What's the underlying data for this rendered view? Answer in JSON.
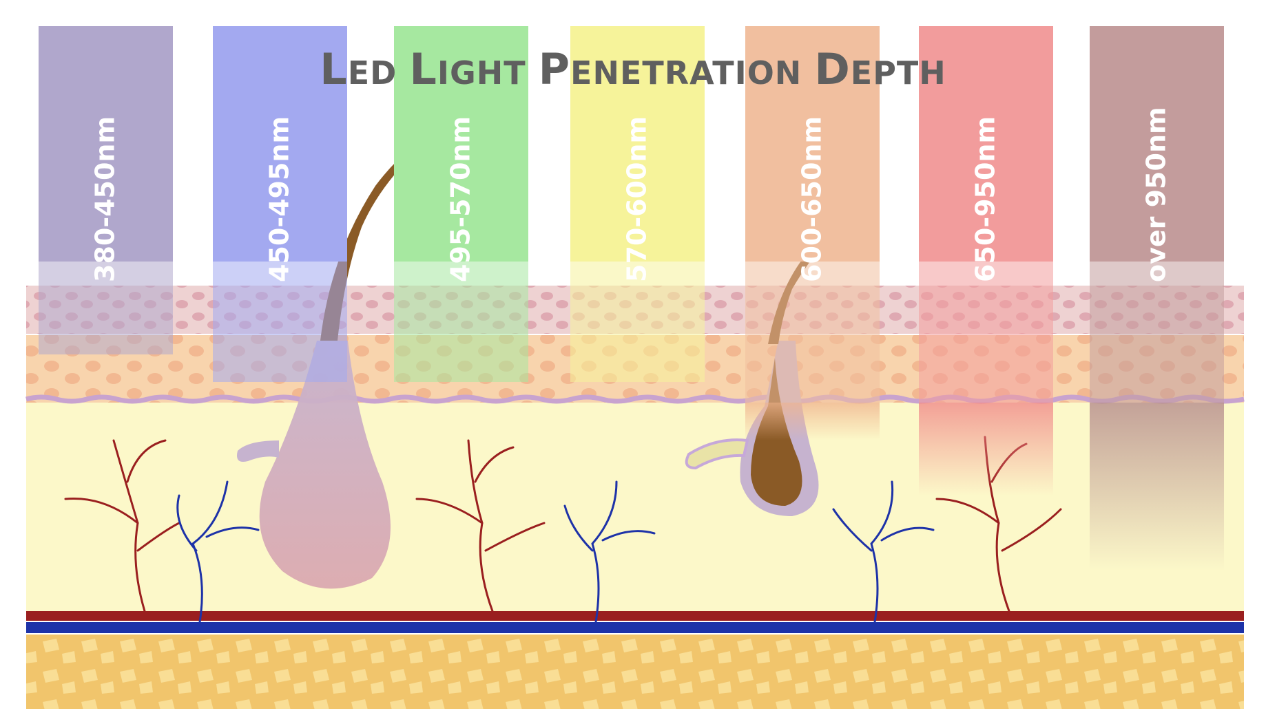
{
  "title": {
    "big1": "L",
    "small1": "ED",
    "big2": "L",
    "small2": "IGHT",
    "big3": "P",
    "small3": "ENETRATION",
    "big4": "D",
    "small4": "EPTH"
  },
  "bands": [
    {
      "label": "380-450nm",
      "color": "#b0a7cc",
      "depth": "epidermis-top"
    },
    {
      "label": "450-495nm",
      "color": "#a3a9f0",
      "depth": "epidermis"
    },
    {
      "label": "495-570nm",
      "color": "#a6e8a0",
      "depth": "epidermis"
    },
    {
      "label": "570-600nm",
      "color": "#f6f39a",
      "depth": "epidermis"
    },
    {
      "label": "600-650nm",
      "color": "#f1bf9f",
      "depth": "dermis"
    },
    {
      "label": "650-950nm",
      "color": "#f29c9c",
      "depth": "deep-dermis"
    },
    {
      "label": "over 950nm",
      "color": "#c39c9c",
      "depth": "subcutaneous"
    }
  ],
  "colors": {
    "stratum": "#e8c4c8",
    "epidermis": "#f6cfa6",
    "dermis": "#fcf8c9",
    "artery": "#9a1f1f",
    "vein": "#1d32a8",
    "fat": "#f1c56c",
    "hair": "#8a5a26",
    "follicle": "#c7b0c8"
  }
}
